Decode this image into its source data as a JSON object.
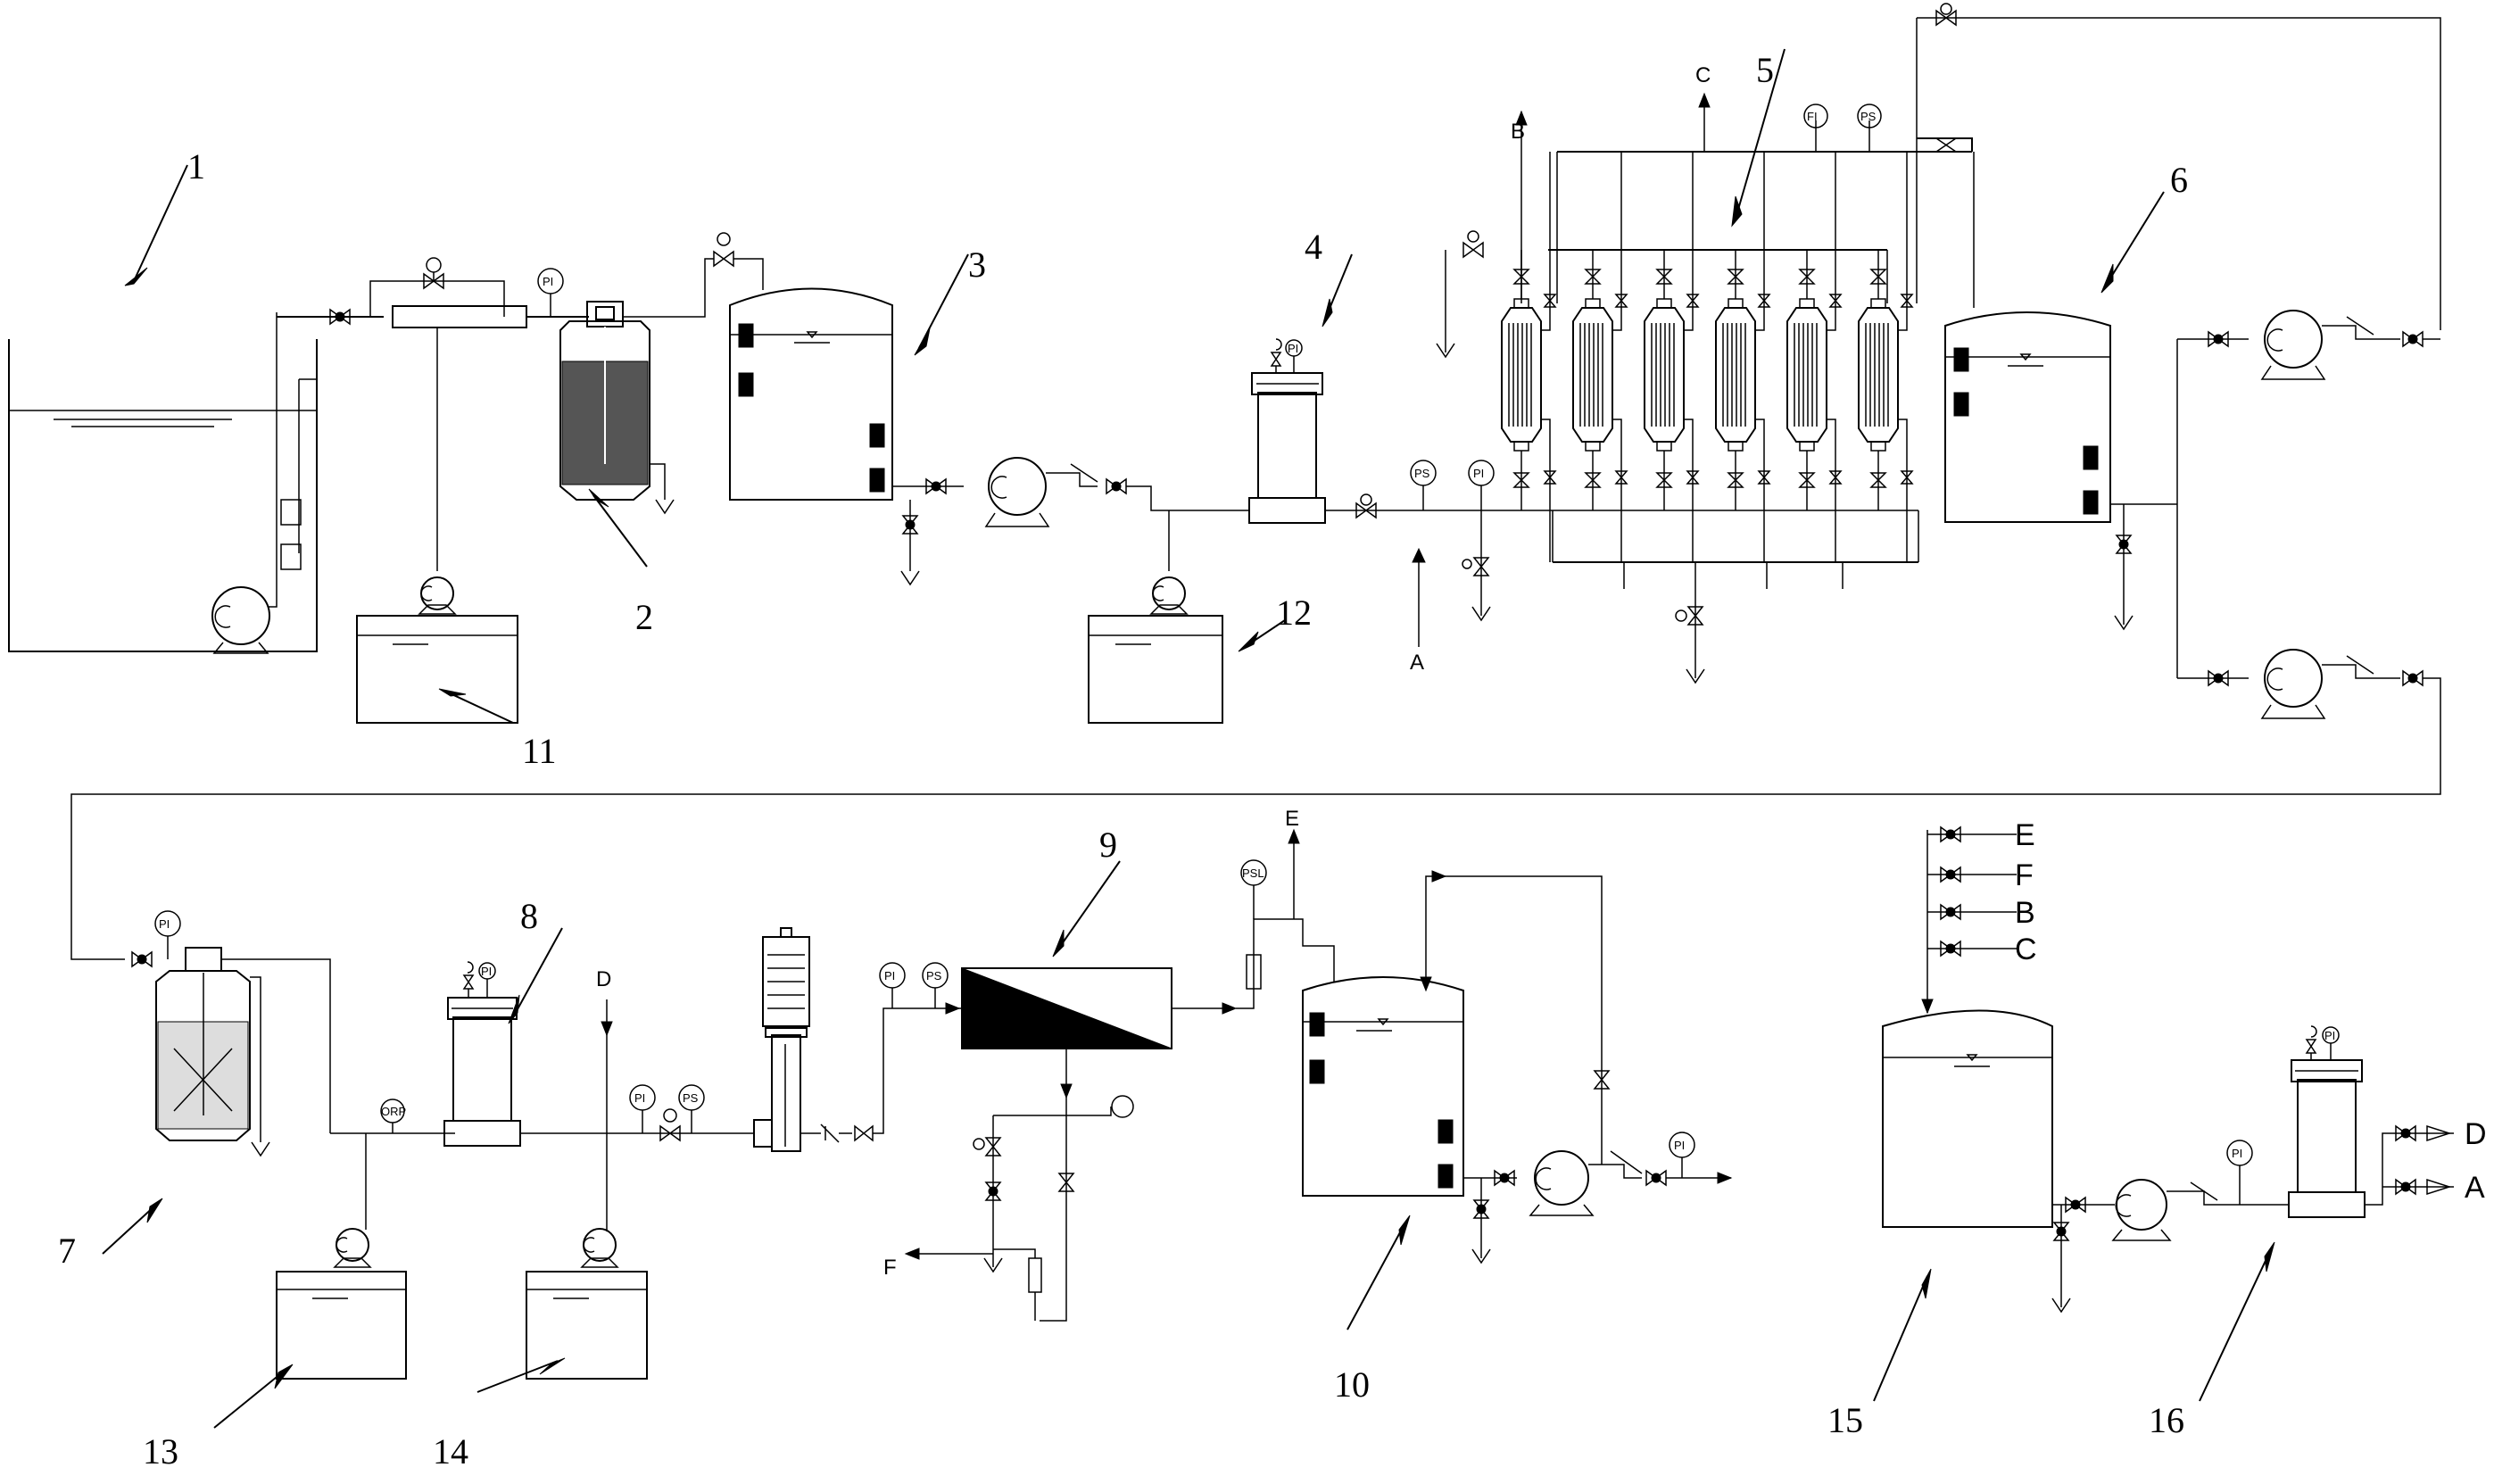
{
  "components": [
    {
      "id": "1",
      "label": "1"
    },
    {
      "id": "2",
      "label": "2"
    },
    {
      "id": "3",
      "label": "3"
    },
    {
      "id": "4",
      "label": "4"
    },
    {
      "id": "5",
      "label": "5"
    },
    {
      "id": "6",
      "label": "6"
    },
    {
      "id": "7",
      "label": "7"
    },
    {
      "id": "8",
      "label": "8"
    },
    {
      "id": "9",
      "label": "9"
    },
    {
      "id": "10",
      "label": "10"
    },
    {
      "id": "11",
      "label": "11"
    },
    {
      "id": "12",
      "label": "12"
    },
    {
      "id": "13",
      "label": "13"
    },
    {
      "id": "14",
      "label": "14"
    },
    {
      "id": "15",
      "label": "15"
    },
    {
      "id": "16",
      "label": "16"
    }
  ],
  "streams": {
    "A": "A",
    "B": "B",
    "C": "C",
    "D": "D",
    "E": "E",
    "F": "F"
  },
  "instruments": {
    "PI": "PI",
    "PS": "PS",
    "FI": "FI",
    "ORP": "ORP",
    "PSL": "PSL"
  }
}
